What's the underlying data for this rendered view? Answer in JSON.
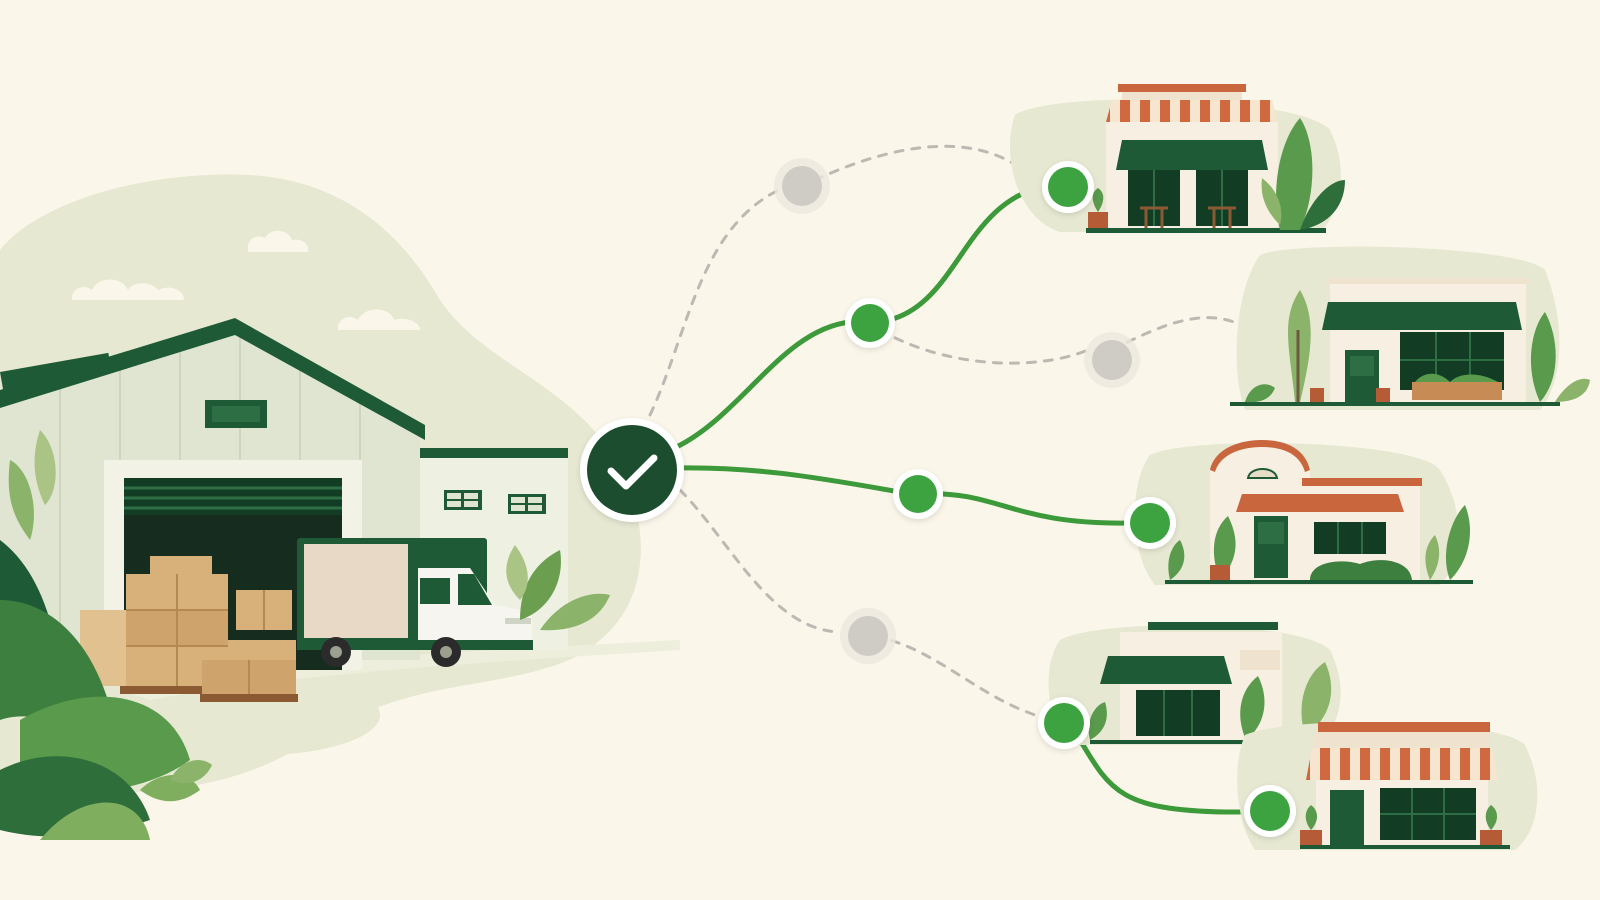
{
  "colors": {
    "background": "#fbf6ea",
    "blob": "#e6e8d2",
    "blob_light": "#edeedc",
    "dark_green": "#1e5a36",
    "route_green": "#3d9a3a",
    "node_green": "#3ea33f",
    "inactive_gray": "#cfccc6",
    "dash_gray": "#bdb9b2",
    "terracotta": "#c9663e",
    "warehouse_wall": "#dfe5d1",
    "cardboard": "#d7b07a"
  },
  "hub": {
    "icon": "check-icon",
    "status": "active"
  },
  "nodes": {
    "active": [
      {
        "id": "waypoint-upper",
        "status": "active"
      },
      {
        "id": "waypoint-middle",
        "status": "active"
      },
      {
        "id": "store-1-endpoint",
        "status": "active"
      },
      {
        "id": "store-3-endpoint",
        "status": "active"
      },
      {
        "id": "store-4-endpoint",
        "status": "active"
      },
      {
        "id": "store-5-endpoint",
        "status": "active"
      }
    ],
    "inactive": [
      {
        "id": "waypoint-top",
        "status": "inactive"
      },
      {
        "id": "waypoint-lower",
        "status": "inactive"
      },
      {
        "id": "store-2-junction",
        "status": "inactive"
      }
    ]
  },
  "routes": {
    "active": [
      "hub-to-store-1",
      "hub-to-store-3",
      "store-4-to-store-5"
    ],
    "inactive": [
      "hub-to-store-1-alt",
      "waypoint-to-store-2",
      "hub-to-store-4"
    ]
  },
  "scene": {
    "warehouse": {
      "icon": "warehouse-icon"
    },
    "truck": {
      "icon": "delivery-truck-icon"
    },
    "stores": [
      {
        "id": "store-1",
        "icon": "cafe-icon",
        "awning": "striped-terracotta"
      },
      {
        "id": "store-2",
        "icon": "shop-icon",
        "awning": "dark-green"
      },
      {
        "id": "store-3",
        "icon": "shop-icon",
        "awning": "terracotta"
      },
      {
        "id": "store-4",
        "icon": "shop-icon",
        "awning": "dark-green"
      },
      {
        "id": "store-5",
        "icon": "shop-icon",
        "awning": "striped-terracotta"
      }
    ]
  }
}
